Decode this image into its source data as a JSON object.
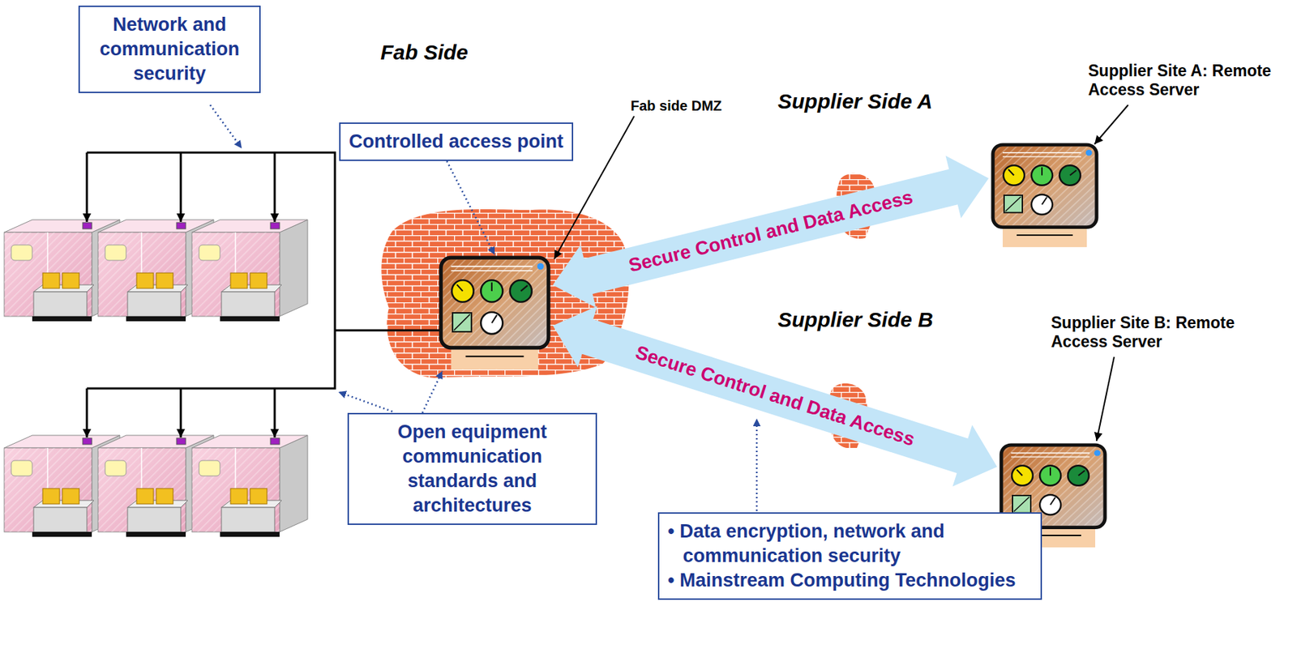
{
  "diagram": {
    "nodes": [
      {
        "text": [
          "Network and communication security"
        ]
      },
      {
        "text": [
          "Controlled access point"
        ]
      },
      {
        "text": [
          "Fab side DMZ"
        ]
      },
      {
        "text": [
          "Supplier Site A: Remote Access Server"
        ]
      },
      {
        "text": [
          "Supplier Site B: Remote Access Server"
        ]
      },
      {
        "text": [
          "Open equipment communication standards and architectures"
        ]
      },
      {
        "text": [
          "• Data encryption, network and communication security",
          "• Mainstream Computing Technologies"
        ]
      }
    ],
    "edges": [
      {
        "from": 2,
        "to": 3,
        "arrow": "both",
        "label": "Secure Control and Data Access"
      },
      {
        "from": 2,
        "to": 4,
        "arrow": "both",
        "label": "Secure Control and Data Access"
      },
      {
        "from": 1,
        "to": 2,
        "arrow": "to"
      },
      {
        "from": 5,
        "to": 2,
        "arrow": "to"
      }
    ],
    "labels": [
      "Fab Side",
      "Supplier Side A",
      "Supplier Side B"
    ]
  }
}
